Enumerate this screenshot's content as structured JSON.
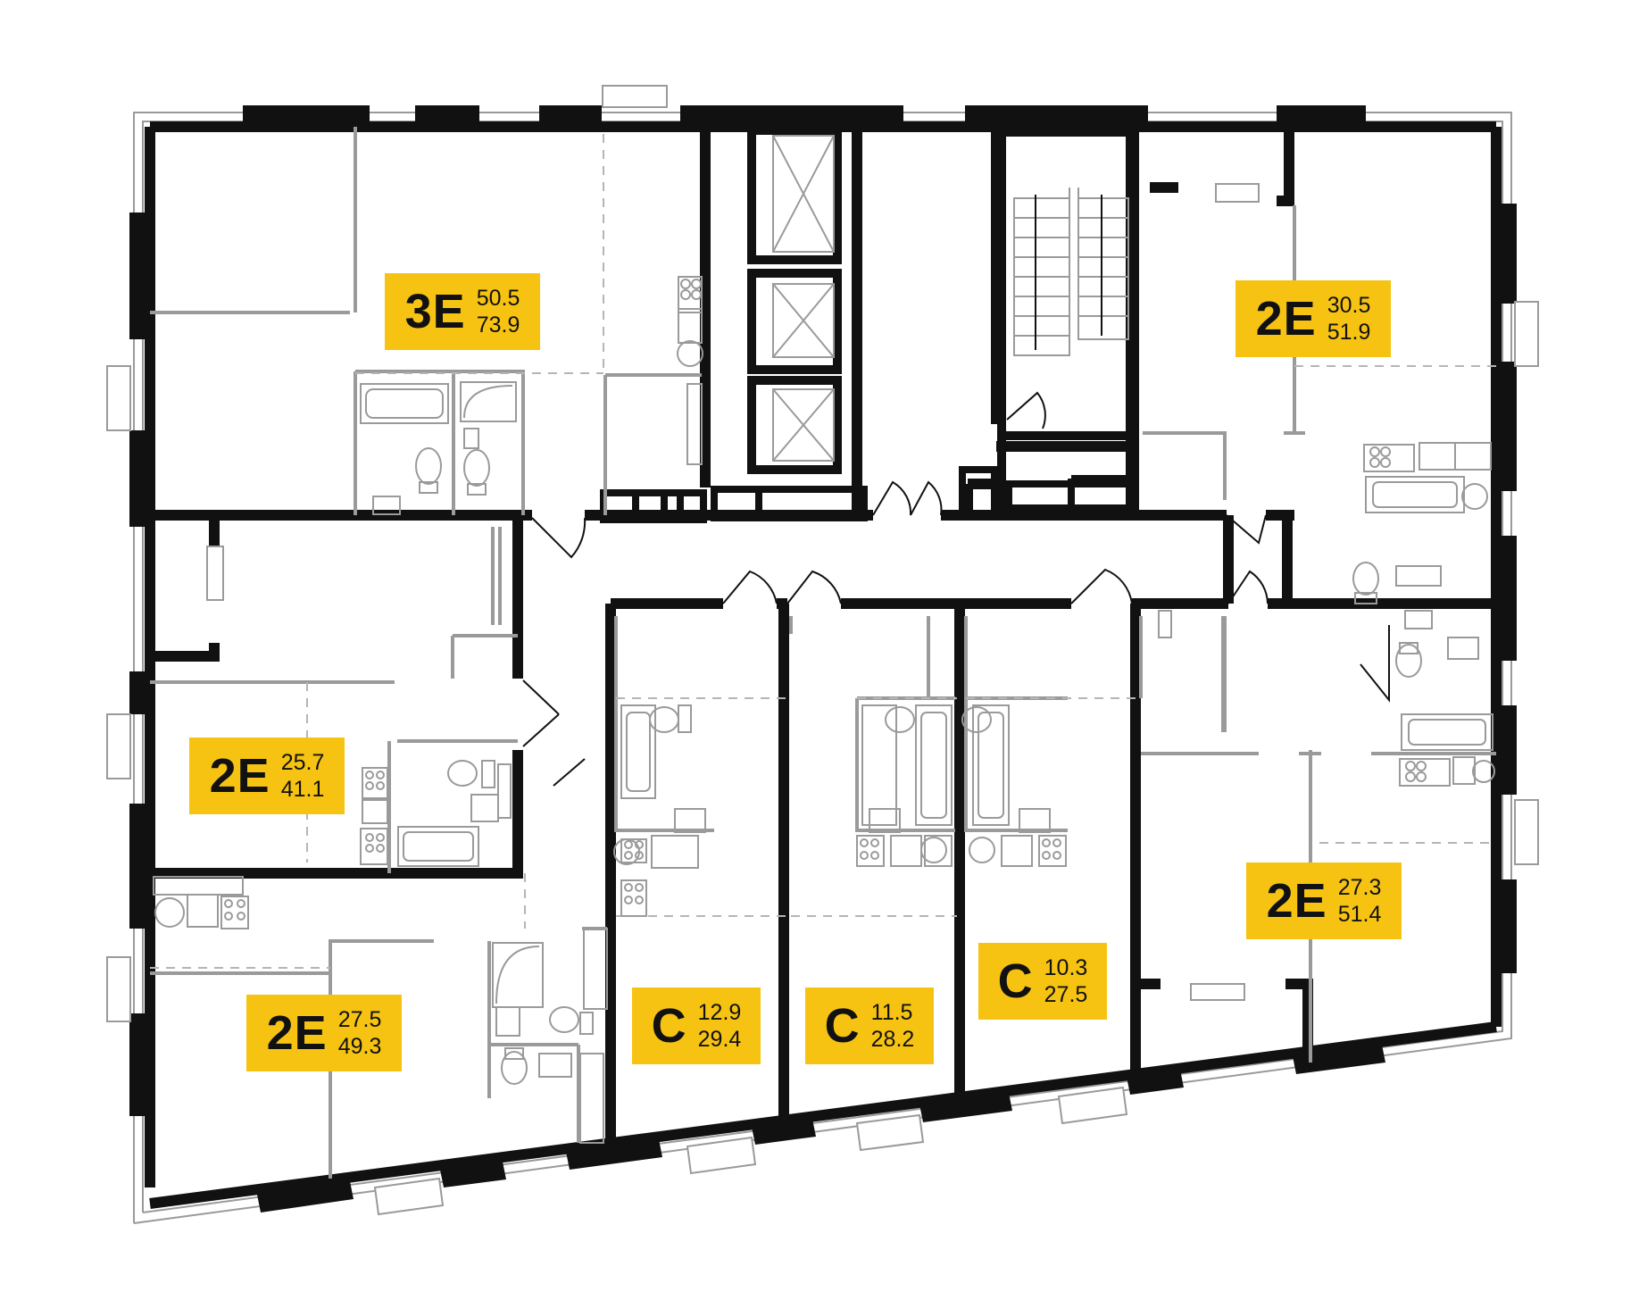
{
  "colors": {
    "label_bg": "#f7c312",
    "wall": "#111111",
    "fixture": "#9a9a9a"
  },
  "units": [
    {
      "id": "unit-3e-top-left",
      "type": "3E",
      "living": "50.5",
      "total": "73.9"
    },
    {
      "id": "unit-2e-top-right",
      "type": "2E",
      "living": "30.5",
      "total": "51.9"
    },
    {
      "id": "unit-2e-mid-left",
      "type": "2E",
      "living": "25.7",
      "total": "41.1"
    },
    {
      "id": "unit-2e-bottom-left",
      "type": "2E",
      "living": "27.5",
      "total": "49.3"
    },
    {
      "id": "unit-c-1",
      "type": "C",
      "living": "12.9",
      "total": "29.4"
    },
    {
      "id": "unit-c-2",
      "type": "C",
      "living": "11.5",
      "total": "28.2"
    },
    {
      "id": "unit-c-3",
      "type": "C",
      "living": "10.3",
      "total": "27.5"
    },
    {
      "id": "unit-2e-bottom-right",
      "type": "2E",
      "living": "27.3",
      "total": "51.4"
    }
  ]
}
